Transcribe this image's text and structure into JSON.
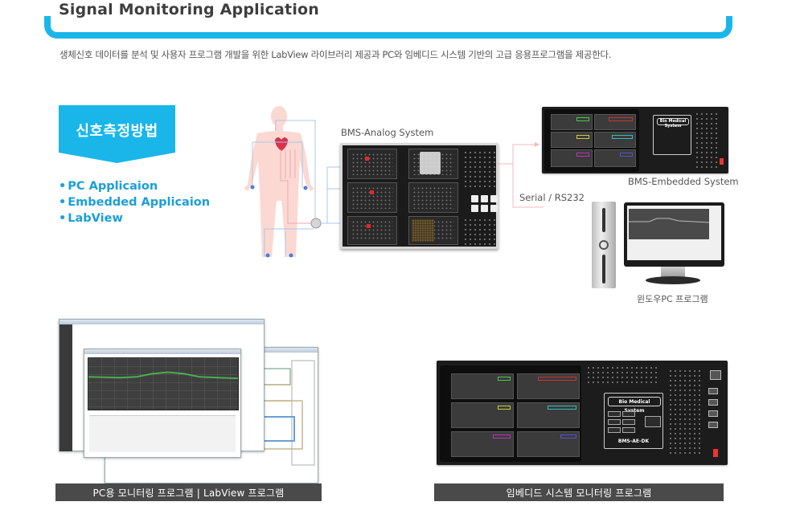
{
  "header": {
    "title": "Signal Monitoring Application",
    "subtitle": "생체신호 데이터를 분석 및 사용자 프로그램 개발을 위한 LabView 라이브러리 제공과 PC와 임베디드 시스템 기반의 고급 응용프로그램을 제공한다."
  },
  "methods": {
    "banner_label": "신호측정방법",
    "items": [
      "PC Applicaion",
      "Embedded Applicaion",
      "LabView"
    ]
  },
  "diagram": {
    "analog_label": "BMS-Analog System",
    "embedded_label": "BMS-Embedded System",
    "serial_label": "Serial / RS232",
    "pc_label": "윈도우PC 프로그램",
    "board_title": "Bio Medical System",
    "board_model": "BMS-AE-DK"
  },
  "captions": {
    "pc_labview": "PC용 모니터링 프로그램 | LabView 프로그램",
    "embedded": "임베디드 시스템 모니터링 프로그램"
  },
  "colors": {
    "accent": "#1ab6ea",
    "method_text": "#1a9fd9",
    "caption_bg": "#4a4a4a",
    "connector_blue": "#a9c8ea",
    "connector_pink": "#f2b8bc"
  }
}
